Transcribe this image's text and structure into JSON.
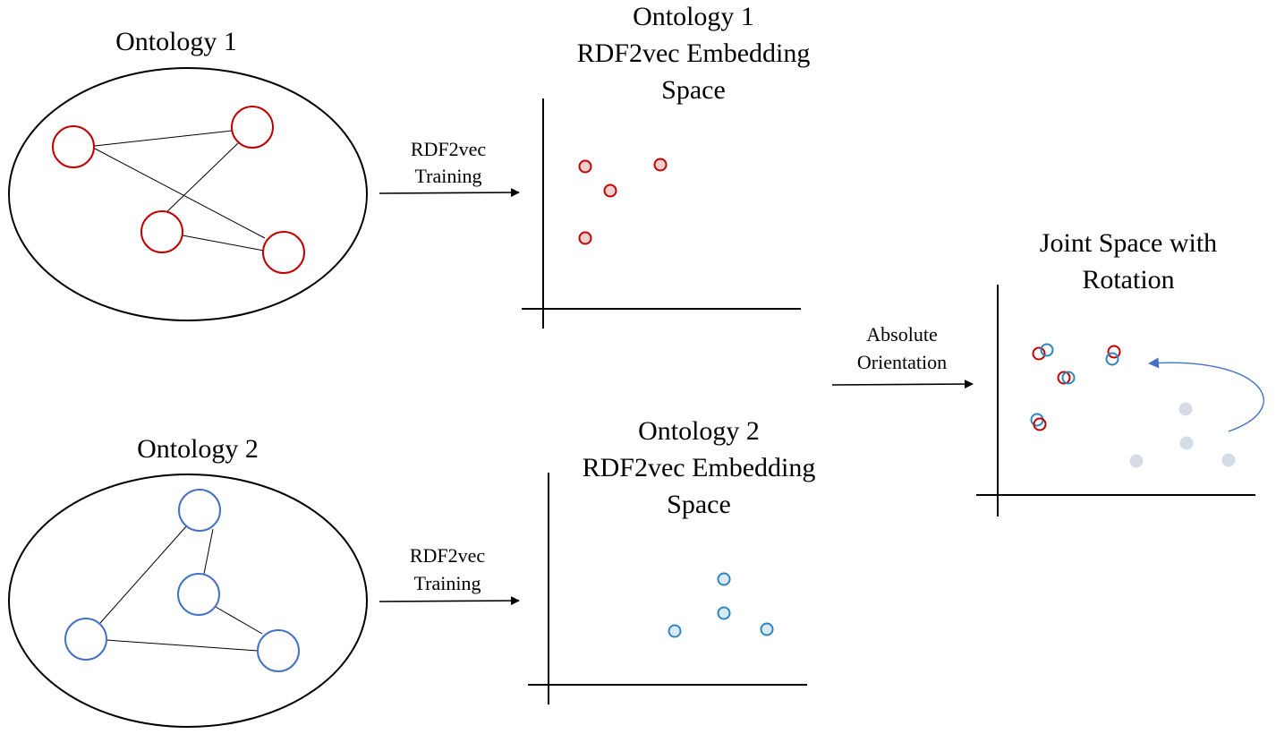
{
  "colors": {
    "ontology1": "#c00000",
    "ontology2": "#4472c4",
    "embedding1_fill": "#f2d0d0",
    "embedding2_fill": "#dbe9f4",
    "embedding2_stroke": "#2e86c1",
    "rotated_points": "#d6dce6",
    "rotation_arrow": "#4472c4"
  },
  "ontology1": {
    "title": "Ontology 1",
    "node_count": 4
  },
  "ontology2": {
    "title": "Ontology 2",
    "node_count": 4
  },
  "training1": {
    "line1": "RDF2vec",
    "line2": "Training"
  },
  "training2": {
    "line1": "RDF2vec",
    "line2": "Training"
  },
  "embedding1": {
    "title_lines": [
      "Ontology 1",
      "RDF2vec Embedding",
      "Space"
    ],
    "point_count": 4
  },
  "embedding2": {
    "title_lines": [
      "Ontology 2",
      "RDF2vec Embedding",
      "Space"
    ],
    "point_count": 4
  },
  "alignment": {
    "line1": "Absolute",
    "line2": "Orientation"
  },
  "joint": {
    "title_lines": [
      "Joint Space with",
      "Rotation"
    ]
  }
}
